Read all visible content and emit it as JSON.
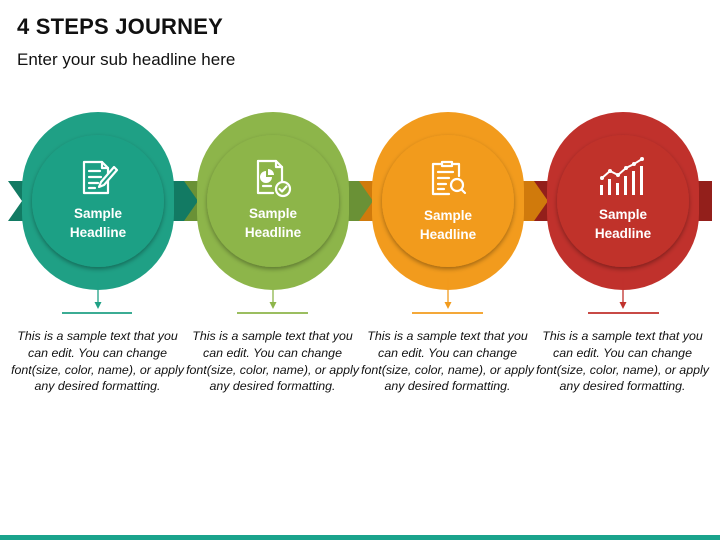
{
  "title": "4 STEPS JOURNEY",
  "subtitle": "Enter your sub headline here",
  "steps": [
    {
      "headline_line1": "Sample",
      "headline_line2": "Headline",
      "text": "This is a sample text that you can edit. You can change font(size, color, name), or apply any desired formatting.",
      "icon": "document-edit-icon",
      "colors": {
        "main": "#1fa085",
        "dark": "#127a63",
        "ring": "#2bb598"
      }
    },
    {
      "headline_line1": "Sample",
      "headline_line2": "Headline",
      "text": "This is a sample text that you can edit. You can change font(size, color, name), or apply any desired formatting.",
      "icon": "report-check-icon",
      "colors": {
        "main": "#8db54a",
        "dark": "#6a9136",
        "ring": "#9fc55b"
      }
    },
    {
      "headline_line1": "Sample",
      "headline_line2": "Headline",
      "text": "This is a sample text that you can edit. You can change font(size, color, name), or apply any desired formatting.",
      "icon": "clipboard-search-icon",
      "colors": {
        "main": "#f29b1d",
        "dark": "#d07a0c",
        "ring": "#f6aa2f"
      }
    },
    {
      "headline_line1": "Sample",
      "headline_line2": "Headline",
      "text": "This is a sample text that you can edit. You can change font(size, color, name), or apply any desired formatting.",
      "icon": "bar-chart-growth-icon",
      "colors": {
        "main": "#c0312c",
        "dark": "#931f1b",
        "ring": "#cf3e36"
      }
    }
  ]
}
